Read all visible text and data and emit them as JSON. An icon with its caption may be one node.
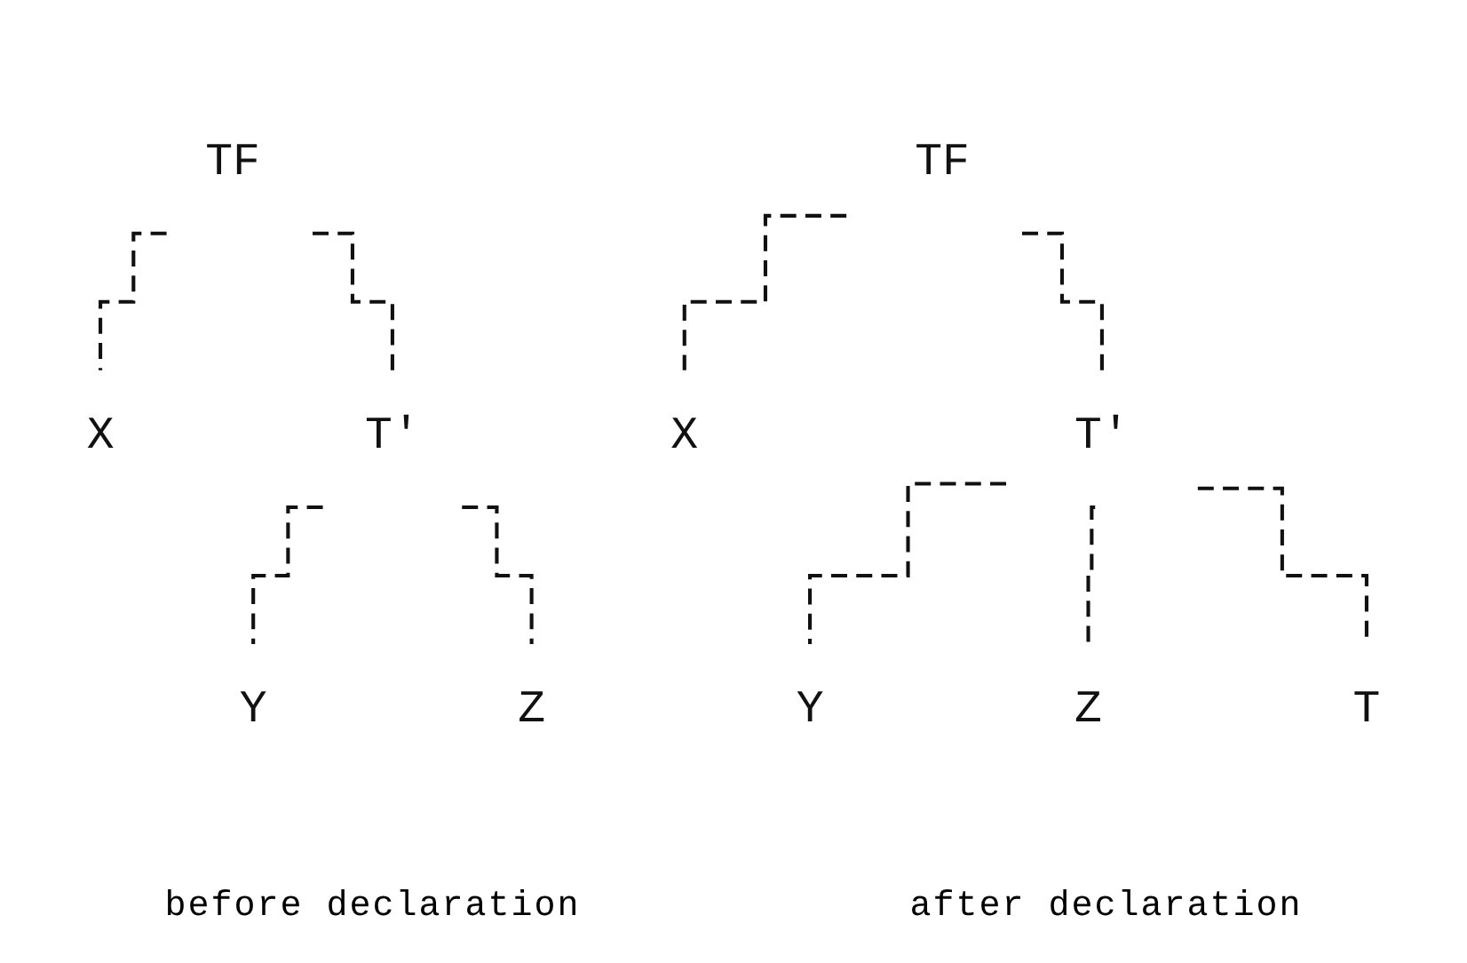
{
  "diagram": {
    "nodes": [
      {
        "text": [
          "TF"
        ]
      },
      {
        "text": [
          "X"
        ]
      },
      {
        "text": [
          "T'"
        ]
      },
      {
        "text": [
          "Y"
        ]
      },
      {
        "text": [
          "Z"
        ]
      },
      {
        "text": [
          "TF"
        ]
      },
      {
        "text": [
          "X"
        ]
      },
      {
        "text": [
          "T'"
        ]
      },
      {
        "text": [
          "Y"
        ]
      },
      {
        "text": [
          "Z"
        ]
      },
      {
        "text": [
          "T"
        ]
      }
    ],
    "edges": [
      {
        "from": 0,
        "to": 1,
        "arrow": "none",
        "style": "dashed"
      },
      {
        "from": 0,
        "to": 2,
        "arrow": "none",
        "style": "dashed"
      },
      {
        "from": 2,
        "to": 3,
        "arrow": "none",
        "style": "dashed"
      },
      {
        "from": 2,
        "to": 4,
        "arrow": "none",
        "style": "dashed"
      },
      {
        "from": 5,
        "to": 6,
        "arrow": "none",
        "style": "dashed"
      },
      {
        "from": 5,
        "to": 7,
        "arrow": "none",
        "style": "dashed"
      },
      {
        "from": 7,
        "to": 8,
        "arrow": "none",
        "style": "dashed"
      },
      {
        "from": 7,
        "to": 9,
        "arrow": "none",
        "style": "dashed"
      },
      {
        "from": 7,
        "to": 10,
        "arrow": "none",
        "style": "dashed"
      }
    ],
    "labels": [
      "before declaration",
      "after declaration"
    ]
  }
}
